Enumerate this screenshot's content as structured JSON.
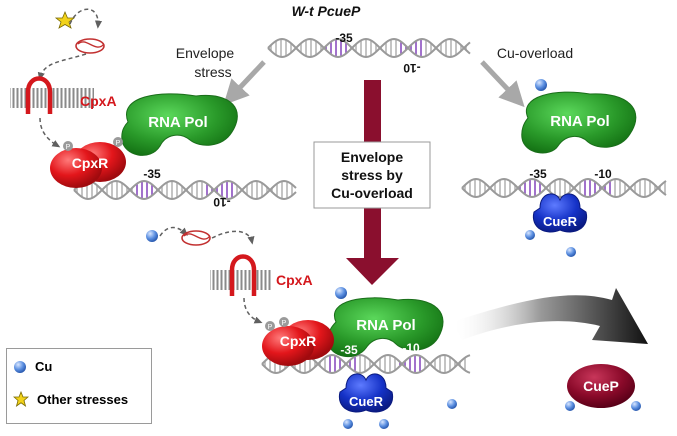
{
  "title": "W-t PcueP",
  "branch_left_label": [
    "Envelope",
    "stress"
  ],
  "branch_right_label": "Cu-overload",
  "center_box_label": [
    "Envelope",
    "stress by",
    "Cu-overload"
  ],
  "labels": {
    "rna_pol": "RNA Pol",
    "cpxa": "CpxA",
    "cpxr": "CpxR",
    "cuer": "CueR",
    "cuep": "CueP",
    "minus35": "-35",
    "minus10": "-10",
    "phospho": "P"
  },
  "legend": {
    "cu": "Cu",
    "other_stresses": "Other stresses"
  },
  "colors": {
    "rna_pol": "#2e9e2e",
    "cpxr": "#e0161b",
    "cuer": "#1532c7",
    "cuep": "#8b0a2a",
    "cpxa": "#d4181d",
    "arrow_center": "#8a0f2e",
    "cu_ion": "#5a8ee0",
    "star": "#f2d21a"
  }
}
